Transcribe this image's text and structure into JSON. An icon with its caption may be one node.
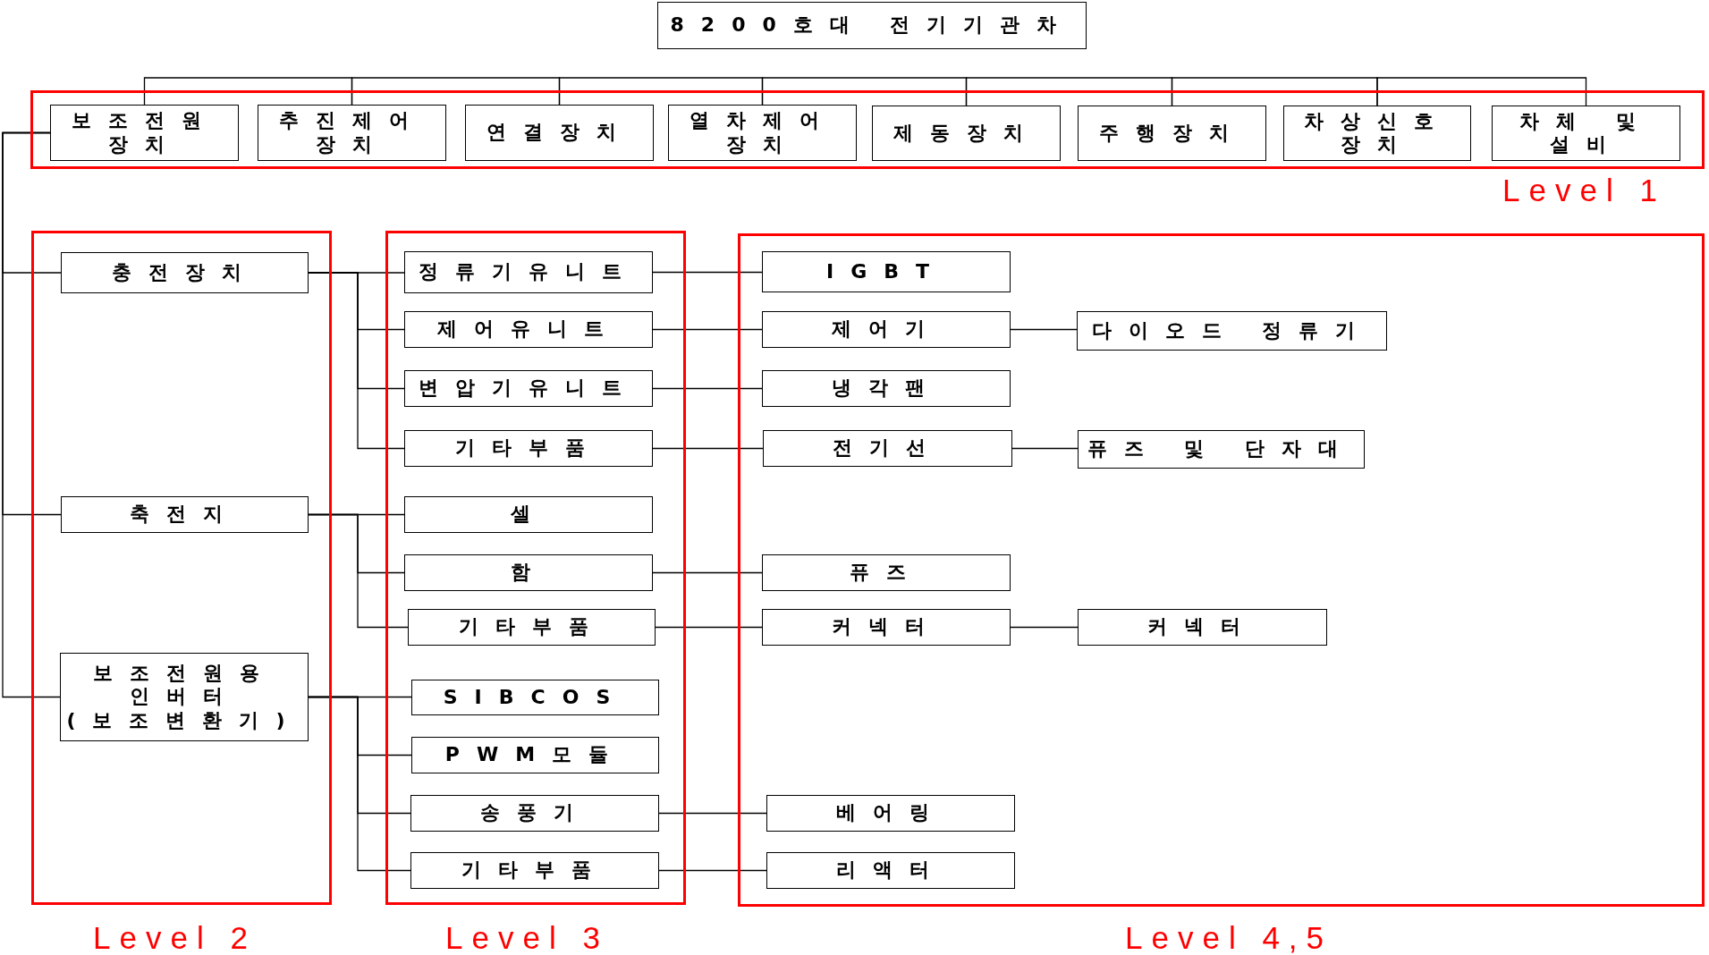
{
  "diagram": {
    "nodes": [
      {
        "text": [
          "8200호대 전기기관차"
        ]
      },
      {
        "text": [
          "Level 1"
        ]
      },
      {
        "text": [
          "보조전원 장치"
        ],
        "in": 1
      },
      {
        "text": [
          "추진제어 장치"
        ],
        "in": 1
      },
      {
        "text": [
          "연결장치"
        ],
        "in": 1
      },
      {
        "text": [
          "열차제어 장치"
        ],
        "in": 1
      },
      {
        "text": [
          "제동장치"
        ],
        "in": 1
      },
      {
        "text": [
          "주행장치"
        ],
        "in": 1
      },
      {
        "text": [
          "차상신호 장치"
        ],
        "in": 1
      },
      {
        "text": [
          "차체 및 설비"
        ],
        "in": 1
      },
      {
        "text": [
          "Level 2"
        ]
      },
      {
        "text": [
          "충전장치"
        ],
        "in": 10
      },
      {
        "text": [
          "축전지"
        ],
        "in": 10
      },
      {
        "text": [
          "보조전원용 인버터 (보조변환기)"
        ],
        "in": 10
      },
      {
        "text": [
          "Level 3"
        ]
      },
      {
        "text": [
          "정류기유니트"
        ],
        "in": 14
      },
      {
        "text": [
          "제어유니트"
        ],
        "in": 14
      },
      {
        "text": [
          "변압기유니트"
        ],
        "in": 14
      },
      {
        "text": [
          "기타부품"
        ],
        "in": 14
      },
      {
        "text": [
          "셀"
        ],
        "in": 14
      },
      {
        "text": [
          "함"
        ],
        "in": 14
      },
      {
        "text": [
          "기타부품"
        ],
        "in": 14
      },
      {
        "text": [
          "SIBCOS"
        ],
        "in": 14
      },
      {
        "text": [
          "PWM모듈"
        ],
        "in": 14
      },
      {
        "text": [
          "송풍기"
        ],
        "in": 14
      },
      {
        "text": [
          "기타부품"
        ],
        "in": 14
      },
      {
        "text": [
          "Level 4,5"
        ]
      },
      {
        "text": [
          "IGBT"
        ],
        "in": 26
      },
      {
        "text": [
          "제어기"
        ],
        "in": 26
      },
      {
        "text": [
          "다이오드 정류기"
        ],
        "in": 26
      },
      {
        "text": [
          "냉각팬"
        ],
        "in": 26
      },
      {
        "text": [
          "전기선"
        ],
        "in": 26
      },
      {
        "text": [
          "퓨즈 및 단자대"
        ],
        "in": 26
      },
      {
        "text": [
          "퓨즈"
        ],
        "in": 26
      },
      {
        "text": [
          "커넥터"
        ],
        "in": 26
      },
      {
        "text": [
          "커넥터"
        ],
        "in": 26
      },
      {
        "text": [
          "베어링"
        ],
        "in": 26
      },
      {
        "text": [
          "리액터"
        ],
        "in": 26
      }
    ],
    "edges": [
      {
        "from": 2,
        "to": 3,
        "arrow": "none"
      },
      {
        "from": 3,
        "to": 4,
        "arrow": "none"
      },
      {
        "from": 4,
        "to": 5,
        "arrow": "none"
      },
      {
        "from": 5,
        "to": 6,
        "arrow": "none"
      },
      {
        "from": 6,
        "to": 7,
        "arrow": "none"
      },
      {
        "from": 7,
        "to": 8,
        "arrow": "none"
      },
      {
        "from": 8,
        "to": 9,
        "arrow": "none"
      },
      {
        "from": 2,
        "to": 11,
        "arrow": "none"
      },
      {
        "from": 2,
        "to": 12,
        "arrow": "none"
      },
      {
        "from": 2,
        "to": 13,
        "arrow": "none"
      },
      {
        "from": 11,
        "to": 15,
        "arrow": "none"
      },
      {
        "from": 11,
        "to": 16,
        "arrow": "none"
      },
      {
        "from": 11,
        "to": 17,
        "arrow": "none"
      },
      {
        "from": 11,
        "to": 18,
        "arrow": "none"
      },
      {
        "from": 12,
        "to": 19,
        "arrow": "none"
      },
      {
        "from": 12,
        "to": 20,
        "arrow": "none"
      },
      {
        "from": 12,
        "to": 21,
        "arrow": "none"
      },
      {
        "from": 13,
        "to": 22,
        "arrow": "none"
      },
      {
        "from": 13,
        "to": 23,
        "arrow": "none"
      },
      {
        "from": 13,
        "to": 24,
        "arrow": "none"
      },
      {
        "from": 13,
        "to": 25,
        "arrow": "none"
      },
      {
        "from": 15,
        "to": 27,
        "arrow": "none"
      },
      {
        "from": 16,
        "to": 28,
        "arrow": "none"
      },
      {
        "from": 17,
        "to": 30,
        "arrow": "none"
      },
      {
        "from": 18,
        "to": 31,
        "arrow": "none"
      },
      {
        "from": 20,
        "to": 33,
        "arrow": "none"
      },
      {
        "from": 21,
        "to": 34,
        "arrow": "none"
      },
      {
        "from": 24,
        "to": 36,
        "arrow": "none"
      },
      {
        "from": 25,
        "to": 37,
        "arrow": "none"
      },
      {
        "from": 28,
        "to": 29,
        "arrow": "none"
      },
      {
        "from": 31,
        "to": 32,
        "arrow": "none"
      },
      {
        "from": 34,
        "to": 35,
        "arrow": "none"
      }
    ]
  }
}
